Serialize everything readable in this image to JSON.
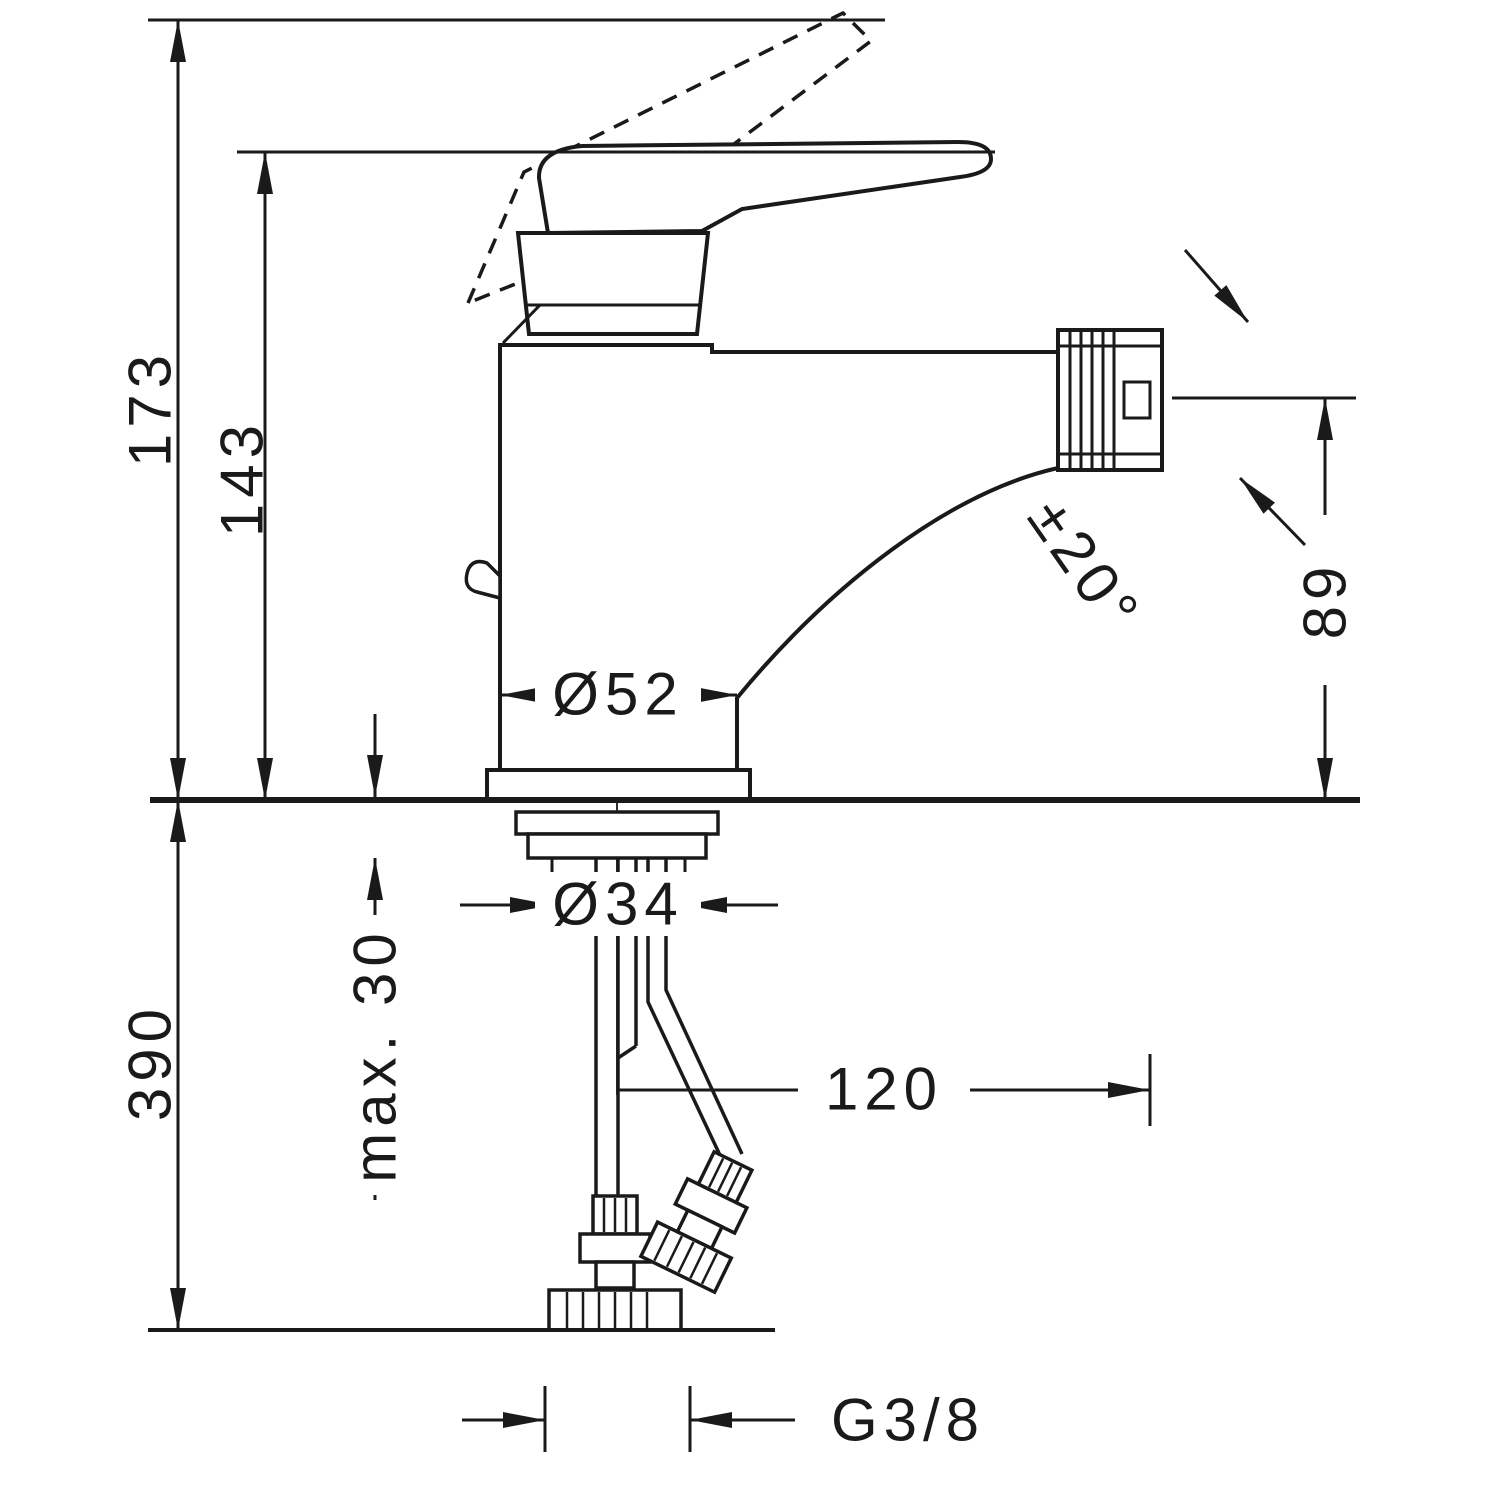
{
  "drawing": {
    "labels": {
      "total_height": "173",
      "spout_height": "143",
      "below_deck_depth": "390",
      "max_deck_thickness": "max. 30",
      "body_diameter": "Ø52",
      "shank_diameter": "Ø34",
      "spout_reach": "120",
      "outlet_height": "89",
      "swivel_angle": "±20°",
      "connection_thread": "G3/8"
    },
    "colors": {
      "ink": "#1a1a1a",
      "background": "#ffffff"
    }
  }
}
